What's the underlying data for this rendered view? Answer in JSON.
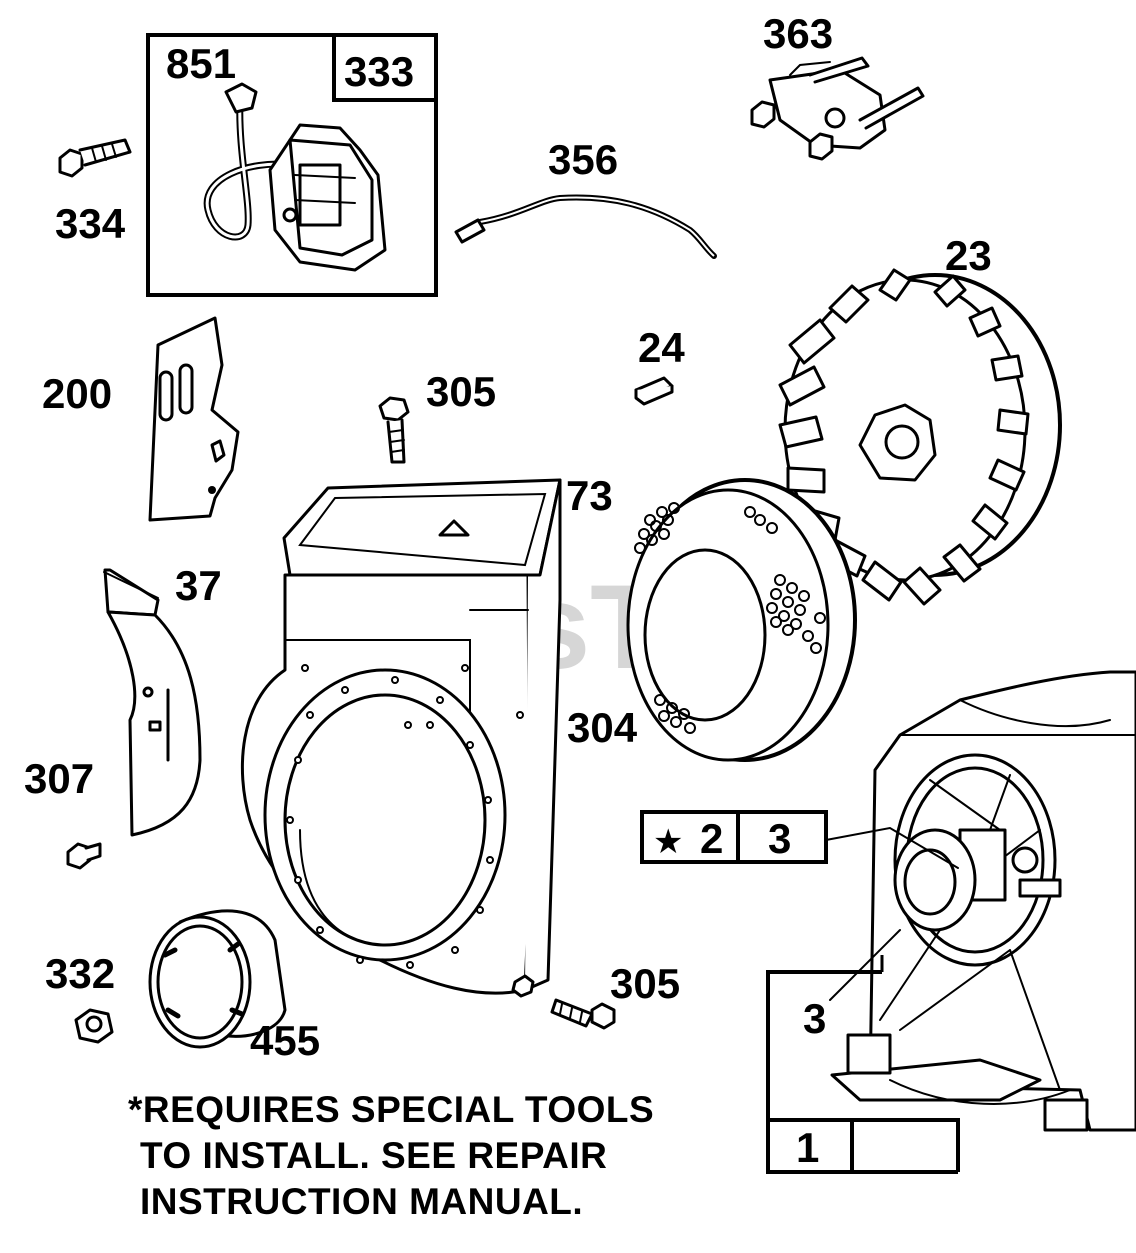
{
  "watermark": {
    "text": "PartsTree",
    "tm": "™",
    "color": "#d6d6d6"
  },
  "labels": {
    "p851": "851",
    "p333": "333",
    "p363": "363",
    "p334": "334",
    "p356": "356",
    "p23": "23",
    "p24": "24",
    "p200": "200",
    "p305_top": "305",
    "p73": "73",
    "p37": "37",
    "p304": "304",
    "p307": "307",
    "p332": "332",
    "p455": "455",
    "p305_bottom": "305",
    "kit_star": "★",
    "kit_2": "2",
    "kit_3": "3",
    "p3": "3",
    "p1": "1"
  },
  "note": {
    "line1": "*REQUIRES SPECIAL TOOLS",
    "line2": "TO INSTALL. SEE REPAIR",
    "line3": "INSTRUCTION MANUAL."
  },
  "colors": {
    "ink": "#000000",
    "paper": "#ffffff"
  }
}
